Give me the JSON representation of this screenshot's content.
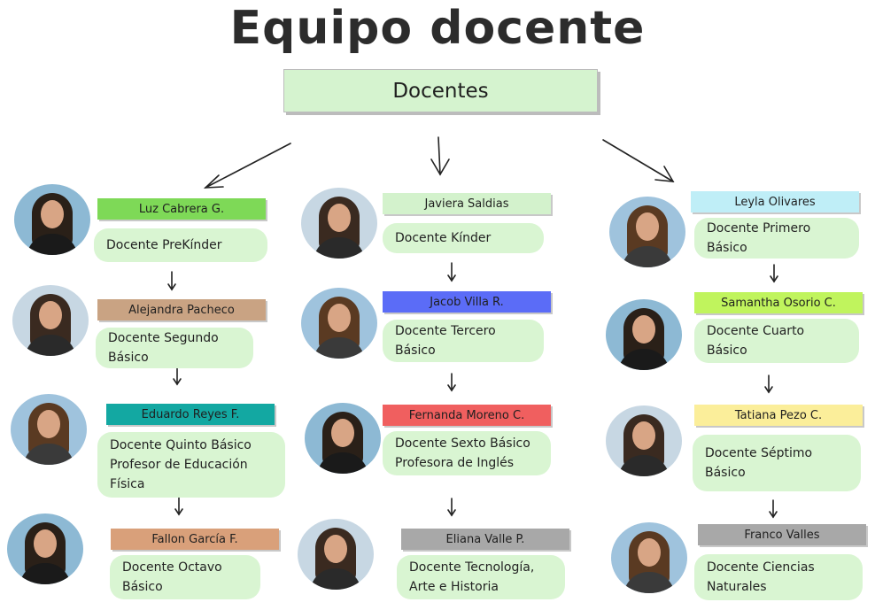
{
  "title": "Equipo docente",
  "root": "Docentes",
  "columns": [
    [
      {
        "name": "Luz Cabrera G.",
        "role": "Docente PreKínder",
        "color": "#7ed957"
      },
      {
        "name": "Alejandra Pacheco",
        "role": "Docente Segundo\nBásico",
        "color": "#c9a383"
      },
      {
        "name": "Eduardo Reyes F.",
        "role": "Docente Quinto Básico\nProfesor de Educación\nFísica",
        "color": "#13a8a2"
      },
      {
        "name": "Fallon García F.",
        "role": "Docente Octavo\nBásico",
        "color": "#d9a07a"
      }
    ],
    [
      {
        "name": "Javiera Saldias",
        "role": "Docente Kínder",
        "color": "#d3f2cc"
      },
      {
        "name": "Jacob Villa R.",
        "role": "Docente Tercero\nBásico",
        "color": "#5b6cf7"
      },
      {
        "name": "Fernanda Moreno C.",
        "role": "Docente Sexto Básico\nProfesora de Inglés",
        "color": "#f05f5f"
      },
      {
        "name": "Eliana Valle P.",
        "role": "Docente Tecnología,\nArte e Historia",
        "color": "#a8a8a8"
      }
    ],
    [
      {
        "name": "Leyla Olivares",
        "role": "Docente Primero\nBásico",
        "color": "#bfeef7"
      },
      {
        "name": "Samantha Osorio C.",
        "role": "Docente Cuarto\nBásico",
        "color": "#c0f45d"
      },
      {
        "name": "Tatiana Pezo C.",
        "role": "Docente Séptimo\nBásico",
        "color": "#fbee9a"
      },
      {
        "name": "Franco Valles",
        "role": "Docente Ciencias\nNaturales",
        "color": "#a8a8a8"
      }
    ]
  ]
}
